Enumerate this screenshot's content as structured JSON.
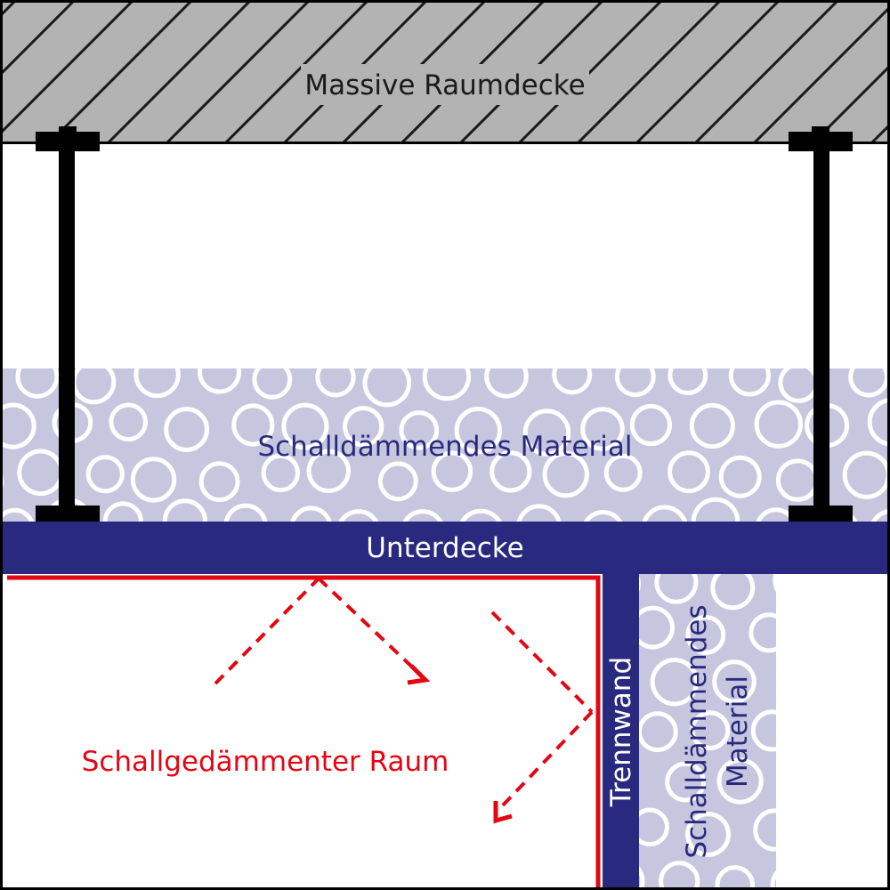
{
  "labels": {
    "ceiling": "Massive Raumdecke",
    "insulation_horizontal": "Schalldämmendes Material",
    "suspended_ceiling": "Unterdecke",
    "partition_wall": "Trennwand",
    "insulation_vertical_line1": "Schalldämmendes",
    "insulation_vertical_line2": "Material",
    "room": "Schallgedämmenter Raum"
  },
  "colors": {
    "ceiling_fill": "#b3b3b3",
    "hatch": "#1a1a1a",
    "insulation_fill": "#c6c7df",
    "insulation_circles": "#ffffff",
    "navy": "#29297f",
    "red": "#e30613",
    "black": "#000000",
    "dark_text": "#1a1a1a",
    "white_text": "#ffffff"
  }
}
